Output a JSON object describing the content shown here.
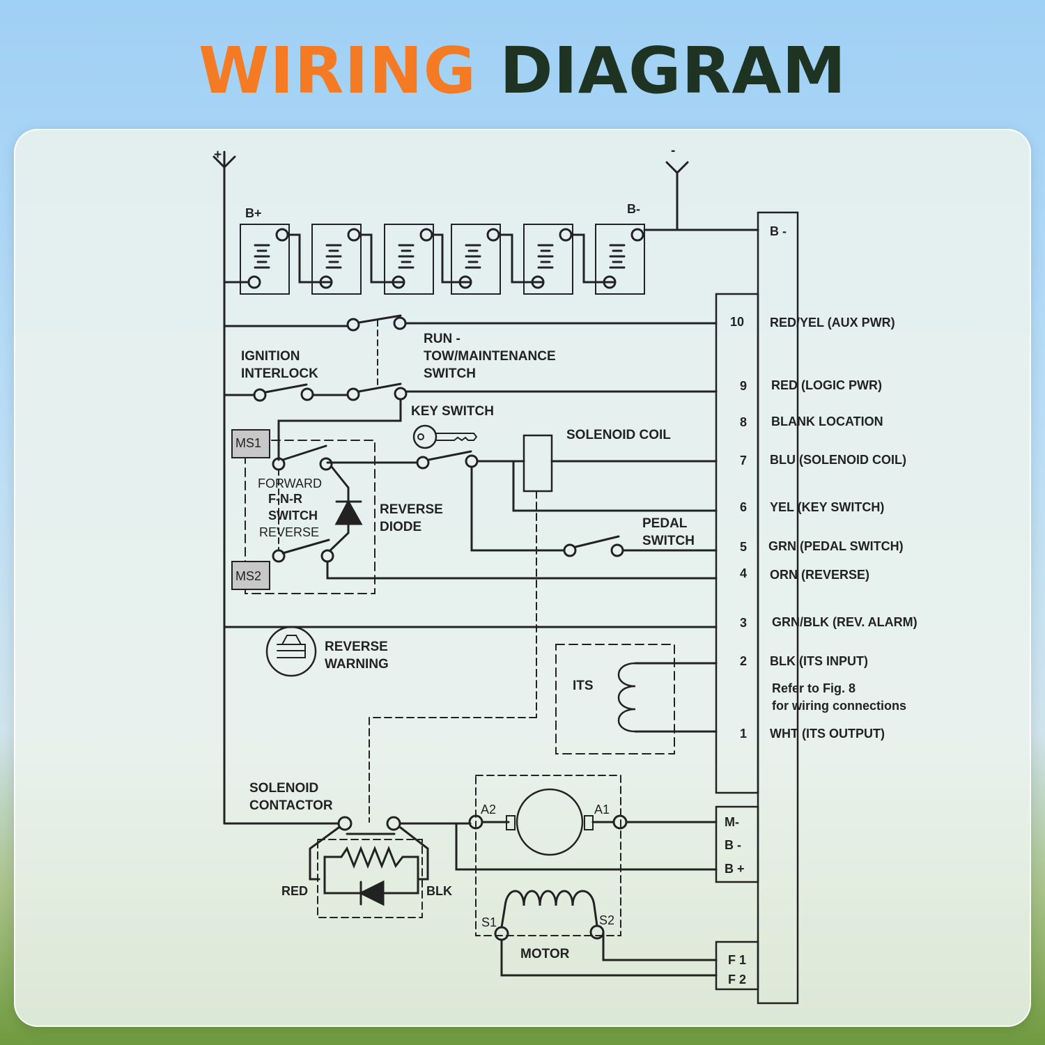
{
  "title": {
    "word1": "WIRING",
    "word2": "DIAGRAM"
  },
  "diagram": {
    "polarity": {
      "positive": "+",
      "negative": "-"
    },
    "battery_labels": {
      "positive": "B+",
      "negative": "B-"
    },
    "labels": {
      "ignition_1": "IGNITION",
      "ignition_2": "INTERLOCK",
      "run_1": "RUN -",
      "run_2": "TOW/MAINTENANCE",
      "run_3": "SWITCH",
      "key_switch": "KEY SWITCH",
      "solenoid_coil": "SOLENOID COIL",
      "ms1": "MS1",
      "ms2": "MS2",
      "forward": "FORWARD",
      "fnr": "F-N-R",
      "switch": "SWITCH",
      "reverse": "REVERSE",
      "rev_diode_1": "REVERSE",
      "rev_diode_2": "DIODE",
      "pedal_1": "PEDAL",
      "pedal_2": "SWITCH",
      "rev_warn_1": "REVERSE",
      "rev_warn_2": "WARNING",
      "its": "ITS",
      "sol_cont_1": "SOLENOID",
      "sol_cont_2": "CONTACTOR",
      "red": "RED",
      "blk": "BLK",
      "a1": "A1",
      "a2": "A2",
      "s1": "S1",
      "s2": "S2",
      "motor": "MOTOR"
    },
    "controller": {
      "top_label": "B -",
      "pins": [
        {
          "num": "10",
          "desc": "RED/YEL (AUX PWR)"
        },
        {
          "num": "9",
          "desc": "RED (LOGIC PWR)"
        },
        {
          "num": "8",
          "desc": "BLANK LOCATION"
        },
        {
          "num": "7",
          "desc": "BLU (SOLENOID COIL)"
        },
        {
          "num": "6",
          "desc": "YEL (KEY SWITCH)"
        },
        {
          "num": "5",
          "desc": "GRN (PEDAL SWITCH)"
        },
        {
          "num": "4",
          "desc": "ORN (REVERSE)"
        },
        {
          "num": "3",
          "desc": "GRN/BLK (REV. ALARM)"
        },
        {
          "num": "2",
          "desc": "BLK (ITS INPUT)"
        },
        {
          "num": "1",
          "desc": "WHT (ITS OUTPUT)"
        }
      ],
      "note_1": "Refer to Fig. 8",
      "note_2": "for wiring connections",
      "power_terminals": [
        "M-",
        "B -",
        "B +"
      ],
      "field_terminals": [
        "F 1",
        "F 2"
      ]
    }
  }
}
